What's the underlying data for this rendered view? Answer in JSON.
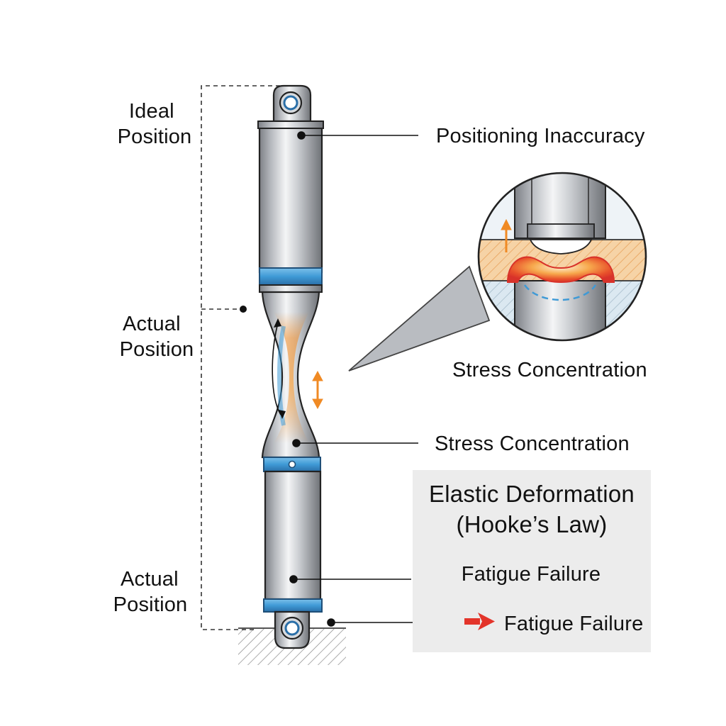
{
  "labels": {
    "ideal_position": [
      "Ideal",
      "Position"
    ],
    "actual_position_upper": [
      "Actual",
      "Position"
    ],
    "actual_position_lower": [
      "Actual",
      "Position"
    ],
    "positioning_inaccuracy": "Positioning Inaccuracy",
    "stress_concentration_detail": "Stress Concentration",
    "stress_concentration_neck": "Stress Concentration"
  },
  "info_box": {
    "title_line1": "Elastic Deformation",
    "title_line2": "(Hooke’s Law)",
    "item1": "Fatigue Failure",
    "item2": "Fatigue Failure"
  },
  "colors": {
    "band_blue": "#3f9ad6",
    "stress_orange": "#f08a24",
    "failure_red": "#e3342a",
    "steel_mid": "#b9bcc1",
    "info_box_bg": "#ececec"
  },
  "icons": {
    "failure_arrow": "right-arrow-icon",
    "stress_arrow": "double-vertical-arrow-icon",
    "ground": "hatched-ground-icon"
  }
}
